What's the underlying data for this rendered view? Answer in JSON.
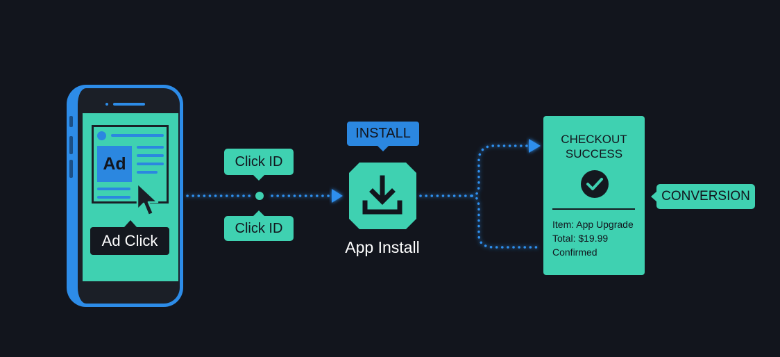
{
  "phone": {
    "ad_badge": "Ad",
    "ad_click_label": "Ad Click"
  },
  "click_id_top": "Click ID",
  "click_id_bottom": "Click ID",
  "install": {
    "tag": "INSTALL",
    "label": "App Install"
  },
  "checkout": {
    "title_line1": "CHECKOUT",
    "title_line2": "SUCCESS",
    "item": "Item: App Upgrade",
    "total": "Total: $19.99",
    "status": "Confirmed"
  },
  "conversion_label": "CONVERSION",
  "colors": {
    "background": "#12151d",
    "teal": "#3fd1b1",
    "blue": "#2b87e0",
    "phone_frame": "#2d8ce8",
    "dark_text": "#12151d"
  }
}
